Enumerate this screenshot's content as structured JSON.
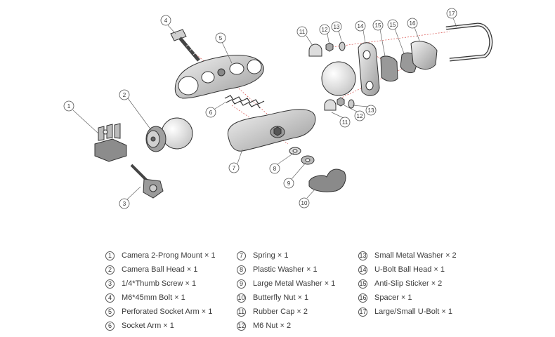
{
  "callouts": [
    {
      "n": "1"
    },
    {
      "n": "2"
    },
    {
      "n": "3"
    },
    {
      "n": "4"
    },
    {
      "n": "5"
    },
    {
      "n": "6"
    },
    {
      "n": "7"
    },
    {
      "n": "8"
    },
    {
      "n": "9"
    },
    {
      "n": "10"
    },
    {
      "n": "11"
    },
    {
      "n": "12"
    },
    {
      "n": "13"
    },
    {
      "n": "14"
    },
    {
      "n": "15"
    },
    {
      "n": "16"
    },
    {
      "n": "17"
    }
  ],
  "legend": {
    "col1": [
      {
        "n": "1",
        "label": "Camera 2-Prong Mount × 1"
      },
      {
        "n": "2",
        "label": "Camera Ball Head × 1"
      },
      {
        "n": "3",
        "label": "1/4*Thumb Screw × 1"
      },
      {
        "n": "4",
        "label": "M6*45mm Bolt × 1"
      },
      {
        "n": "5",
        "label": "Perforated Socket Arm × 1"
      },
      {
        "n": "6",
        "label": "Socket Arm × 1"
      }
    ],
    "col2": [
      {
        "n": "7",
        "label": "Spring × 1"
      },
      {
        "n": "8",
        "label": "Plastic Washer × 1"
      },
      {
        "n": "9",
        "label": "Large Metal Washer × 1"
      },
      {
        "n": "10",
        "label": "Butterfly Nut × 1"
      },
      {
        "n": "11",
        "label": "Rubber Cap × 2"
      },
      {
        "n": "12",
        "label": "M6 Nut × 2"
      }
    ],
    "col3": [
      {
        "n": "13",
        "label": "Small Metal Washer × 2"
      },
      {
        "n": "14",
        "label": "U-Bolt Ball Head × 1"
      },
      {
        "n": "15",
        "label": "Anti-Slip Sticker × 2"
      },
      {
        "n": "16",
        "label": "Spacer × 1"
      },
      {
        "n": "17",
        "label": "Large/Small U-Bolt × 1"
      }
    ]
  }
}
